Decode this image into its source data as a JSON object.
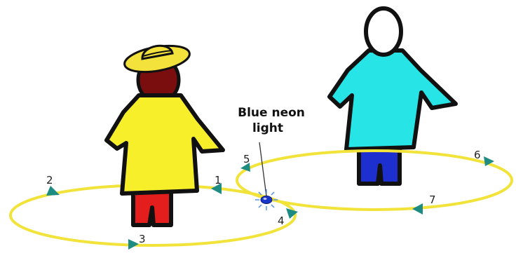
{
  "annotation": {
    "line1": "Blue neon",
    "line2": "light"
  },
  "markers": [
    "1",
    "2",
    "3",
    "4",
    "5",
    "6",
    "7"
  ],
  "colors": {
    "ring": "#f2e33a",
    "arrow": "#1f8c84",
    "outline": "#111111",
    "woman_dress": "#f7ef2a",
    "woman_pants": "#e41d1d",
    "woman_head": "#7a0d0d",
    "hat": "#f3e23c",
    "man_shirt": "#27e5e6",
    "man_pants": "#1e2fd0",
    "man_head": "#ffffff",
    "neon_light": "#1a36c8"
  },
  "icons": {
    "figure_left": "woman-with-hat-icon",
    "figure_right": "man-icon",
    "light": "blue-neon-light-icon",
    "arrow": "triangle-arrow-icon"
  }
}
